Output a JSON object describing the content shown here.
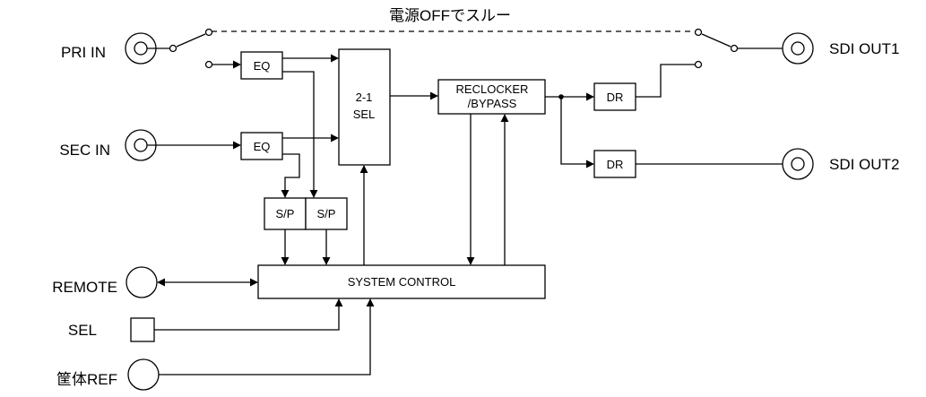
{
  "bypass_note": "電源OFFでスルー",
  "inputs": {
    "pri_in": "PRI IN",
    "sec_in": "SEC IN",
    "remote": "REMOTE",
    "sel": "SEL",
    "ref": "筐体REF"
  },
  "outputs": {
    "sdi_out1": "SDI OUT1",
    "sdi_out2": "SDI OUT2"
  },
  "blocks": {
    "eq1": "EQ",
    "eq2": "EQ",
    "sel_line1": "2-1",
    "sel_line2": "SEL",
    "reclocker_line1": "RECLOCKER",
    "reclocker_line2": "/BYPASS",
    "dr1": "DR",
    "dr2": "DR",
    "sp1": "S/P",
    "sp2": "S/P",
    "system_control": "SYSTEM CONTROL"
  }
}
